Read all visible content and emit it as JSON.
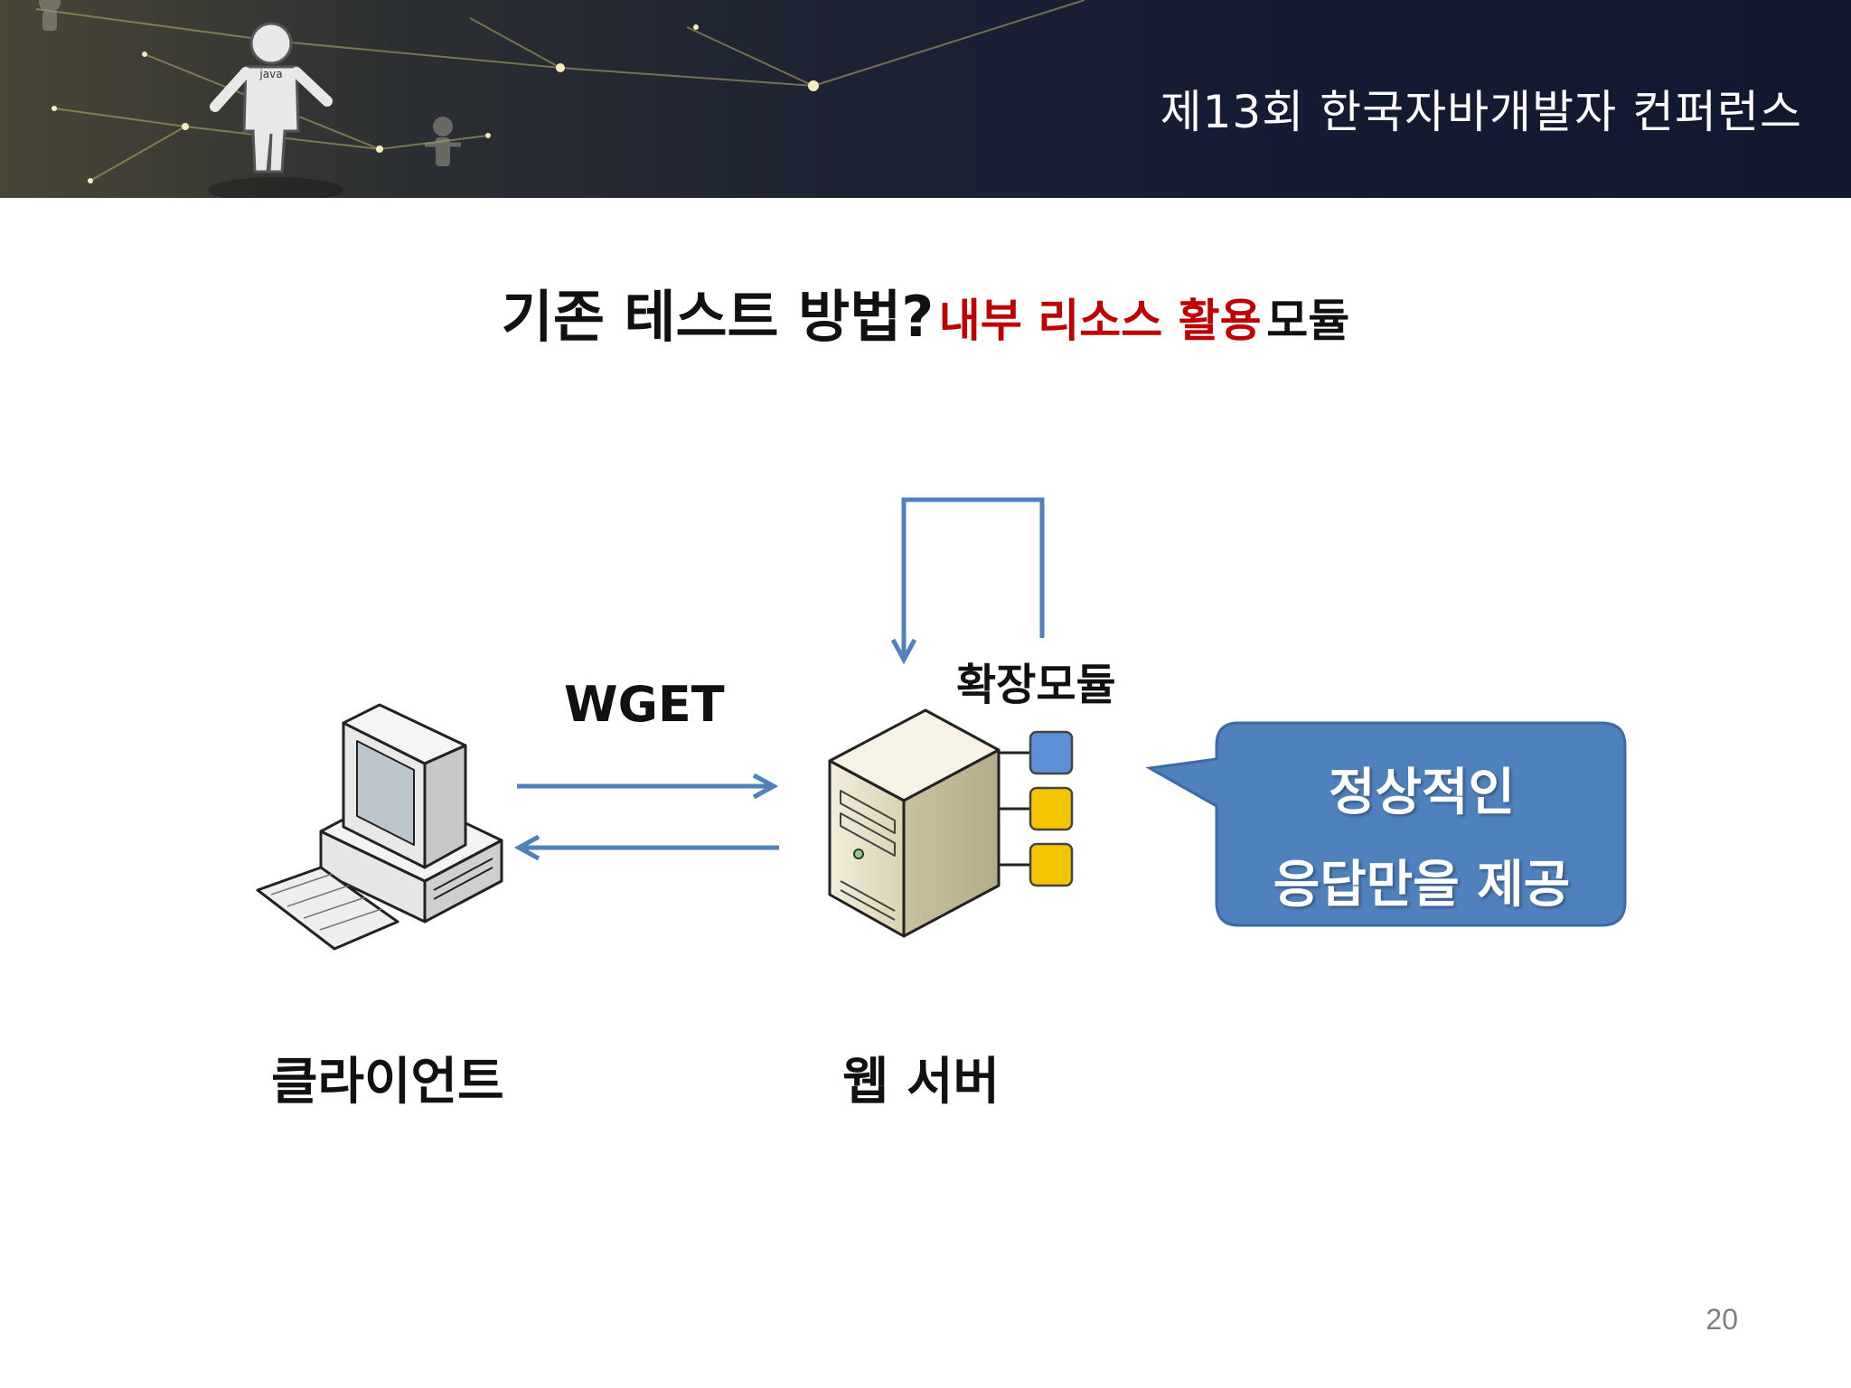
{
  "header": {
    "conference": "제13회 한국자바개발자 컨퍼런스",
    "mascot_text": "java"
  },
  "title": {
    "main": "기존 테스트 방법?",
    "highlight": "내부 리소스 활용",
    "tail": "모듈"
  },
  "diagram": {
    "client_label": "클라이언트",
    "server_label": "웹 서버",
    "request_label": "WGET",
    "module_label": "확장모듈",
    "callout_line1": "정상적인",
    "callout_line2": "응답만을 제공",
    "module_colors": [
      "#5b8fd6",
      "#f5c400",
      "#f5c400"
    ]
  },
  "page_number": "20"
}
